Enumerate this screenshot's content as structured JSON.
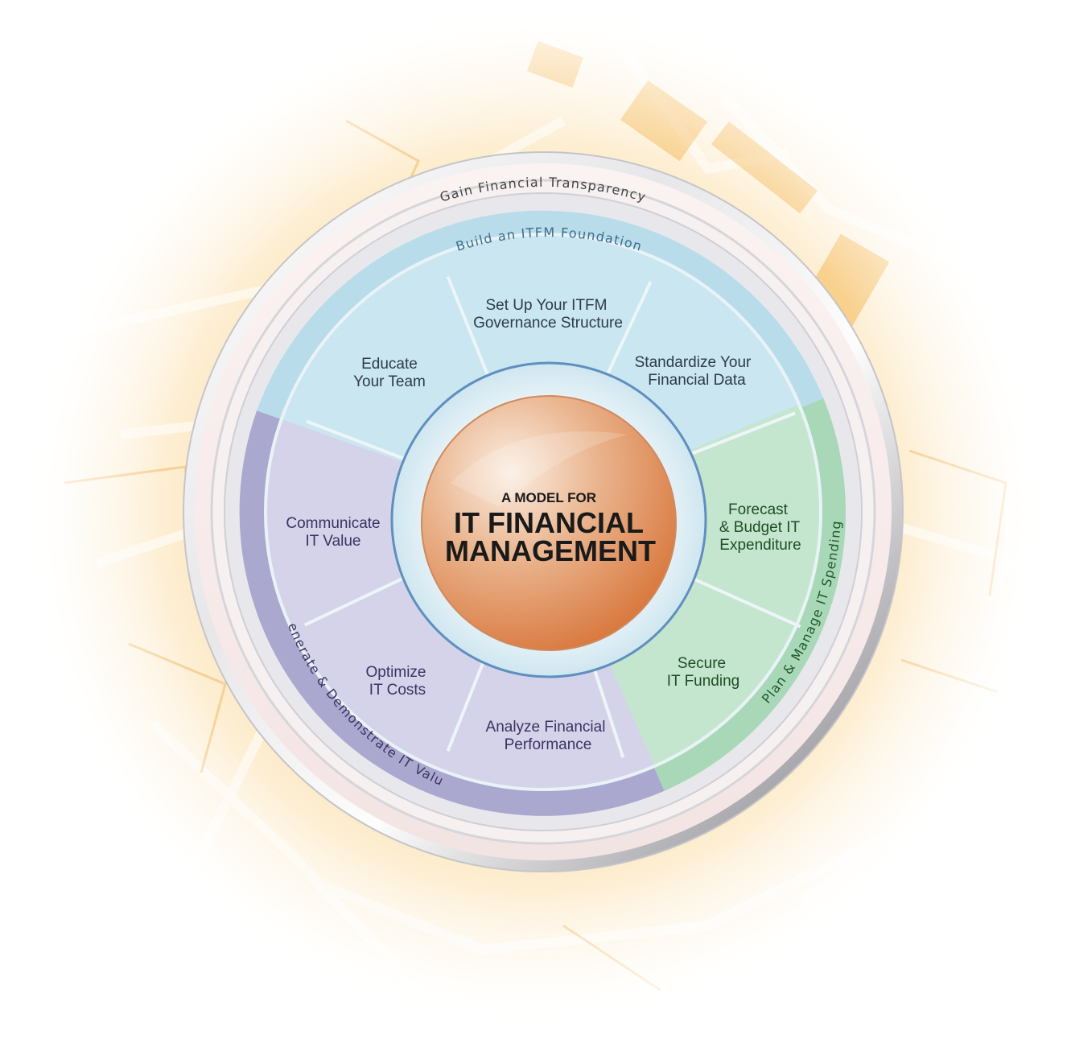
{
  "center": {
    "line1": "A MODEL FOR",
    "line2": "IT FINANCIAL",
    "line3": "MANAGEMENT"
  },
  "outer_ring": {
    "label": "Gain Financial Transparency"
  },
  "phases": {
    "foundation": "Build an ITFM Foundation",
    "spending": "Plan & Manage IT Spending",
    "value": "Generate & Demonstrate IT Value"
  },
  "segments": {
    "educate": {
      "line1": "Educate",
      "line2": "Your Team"
    },
    "governance": {
      "line1": "Set Up Your ITFM",
      "line2": "Governance Structure"
    },
    "standardize": {
      "line1": "Standardize Your",
      "line2": "Financial Data"
    },
    "forecast": {
      "line1": "Forecast",
      "line2": "& Budget IT",
      "line3": "Expenditure"
    },
    "funding": {
      "line1": "Secure",
      "line2": "IT Funding"
    },
    "analyze": {
      "line1": "Analyze Financial",
      "line2": "Performance"
    },
    "optimize": {
      "line1": "Optimize",
      "line2": "IT Costs"
    },
    "communicate": {
      "line1": "Communicate",
      "line2": "IT Value"
    }
  },
  "colors": {
    "foundation": "#b9dceb",
    "spending": "#a9d8b8",
    "value": "#aaa8cf",
    "center": "#e09a6e",
    "text_blue": "#2e3b45",
    "text_green": "#1e4d26",
    "text_purple": "#3d3163"
  }
}
